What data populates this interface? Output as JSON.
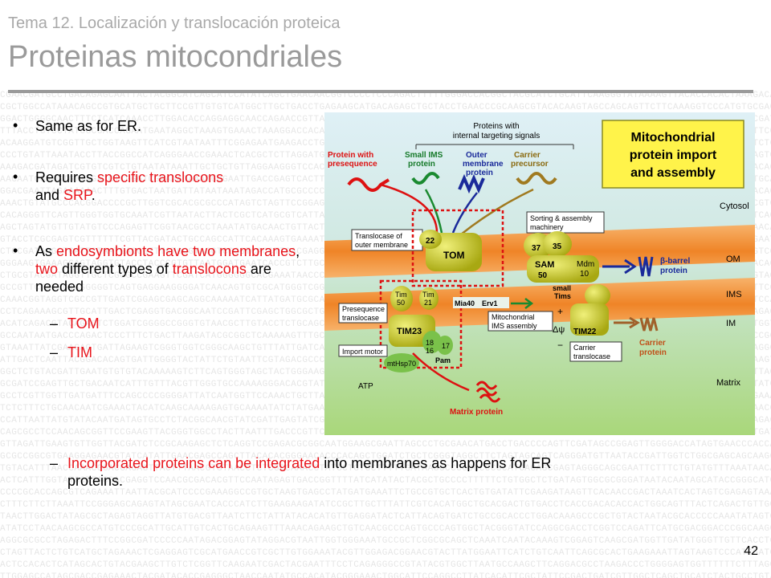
{
  "header": {
    "subtitle": "Tema 12. Localización y translocación proteica",
    "title": "Proteinas mitocondriales"
  },
  "bullets": {
    "b1": "Same as for ER.",
    "b2_pre": "Requires ",
    "b2_red1": "specific translocons",
    "b2_mid": "and ",
    "b2_red2": "SRP",
    "b2_post": ".",
    "b3_pre": "As ",
    "b3_red1": "endosymbionts have two membranes",
    "b3_mid1": ", ",
    "b3_red2": "two",
    "b3_mid2": " different types of ",
    "b3_red3": "translocons",
    "b3_post": " are needed",
    "sub1": "TOM",
    "sub2": "TIM",
    "sub3_red": "Incorporated proteins can be integrated",
    "sub3_post1": " into membranes as happens for ER",
    "sub3_post2": "proteins.",
    "dash": "–",
    "dot": "•"
  },
  "figure": {
    "title_line1": "Mitochondrial",
    "title_line2": "protein import",
    "title_line3": "and assembly",
    "box_header_line1": "Proteins with",
    "box_header_line2": "internal targeting signals",
    "protein_presequence_1": "Protein with",
    "protein_presequence_2": "presequence",
    "small_ims_1": "Small IMS",
    "small_ims_2": "protein",
    "outer_1": "Outer",
    "outer_2": "membrane",
    "outer_3": "protein",
    "carrier_1": "Carrier",
    "carrier_2": "precursor",
    "cytosol": "Cytosol",
    "sorting_1": "Sorting & assembly",
    "sorting_2": "machinery",
    "translocase_outer_1": "Translocase of",
    "translocase_outer_2": "outer membrane",
    "om": "OM",
    "ims": "IMS",
    "im": "IM",
    "matrix": "Matrix",
    "tom": "TOM",
    "n22": "22",
    "n37": "37",
    "n35": "35",
    "sam": "SAM",
    "n50a": "50",
    "mdm": "Mdm",
    "n10": "10",
    "beta_barrel_1": "β-barrel",
    "beta_barrel_2": "protein",
    "small_tims_1": "small",
    "small_tims_2": "Tims",
    "tim50_1": "Tim",
    "tim50_2": "50",
    "tim21_1": "Tim",
    "tim21_2": "21",
    "mia40": "Mia40",
    "erv1": "Erv1",
    "mito_ims_1": "Mitochondrial",
    "mito_ims_2": "IMS assembly",
    "preseq_trans_1": "Presequence",
    "preseq_trans_2": "translocase",
    "tim23": "TIM23",
    "tim22": "TIM22",
    "n18": "18",
    "n16": "16",
    "n17": "17",
    "pam": "Pam",
    "plus": "+",
    "minus": "−",
    "delta_psi": "Δψ",
    "carrier_trans_1": "Carrier",
    "carrier_trans_2": "translocase",
    "carrier_protein_1": "Carrier",
    "carrier_protein_2": "protein",
    "import_motor": "Import motor",
    "mthsp70": "mtHsp70",
    "atp": "ATP",
    "matrix_protein": "Matrix protein"
  },
  "page_number": "42",
  "colors": {
    "accent_red": "#e8141b",
    "header_gray": "#9a9a9a",
    "membrane_orange": "#f08a2a",
    "complex_yellow": "#c8c81e"
  }
}
